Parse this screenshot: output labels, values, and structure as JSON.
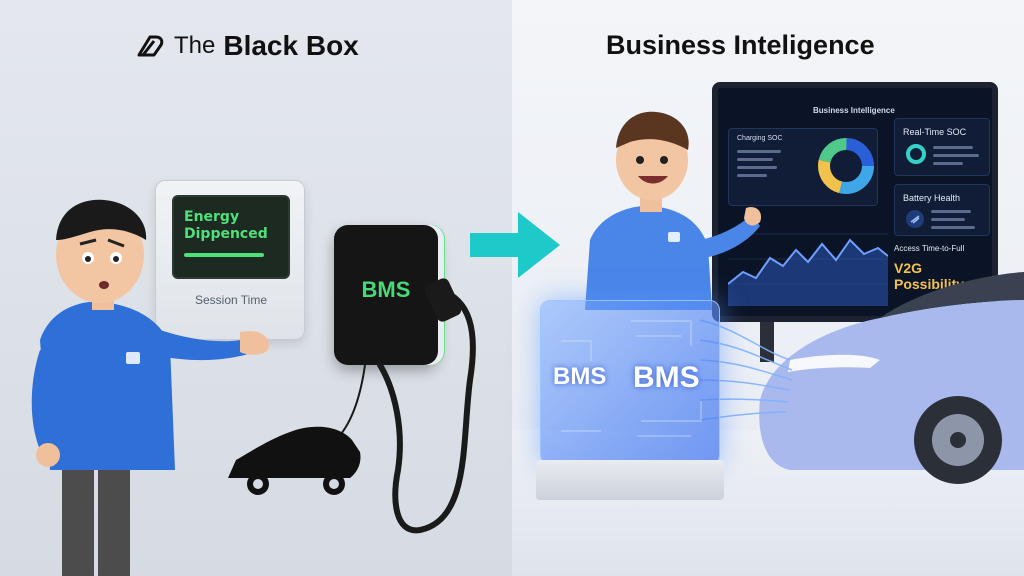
{
  "left_panel": {
    "title_prefix": "The",
    "title": "Black Box",
    "display": {
      "line1": "Energy",
      "line2": "Dippenced",
      "caption": "Session Time"
    },
    "charger_label": "BMS"
  },
  "right_panel": {
    "title": "Business Inteligence",
    "monitor": {
      "header": "Business Intelligence",
      "left_card_title": "Charging SOC",
      "soc_title": "Real-Time SOC",
      "battery_title": "Battery Health",
      "access_text": "Access Time-to-Full",
      "v2g_text": "V2G Possibility"
    },
    "bms_labels": [
      "BMS",
      "BMS"
    ]
  },
  "colors": {
    "accent_arrow": "#1ec9c9",
    "bms_green": "#49d877",
    "screen_green": "#4fe07a",
    "glass_blue": "#5a8cff",
    "v2g_gold": "#f2c14e"
  },
  "icons": [
    "logo-icon",
    "arrow-right-icon",
    "car-silhouette-icon",
    "donut-chart-icon",
    "area-chart-icon",
    "car-icon"
  ]
}
